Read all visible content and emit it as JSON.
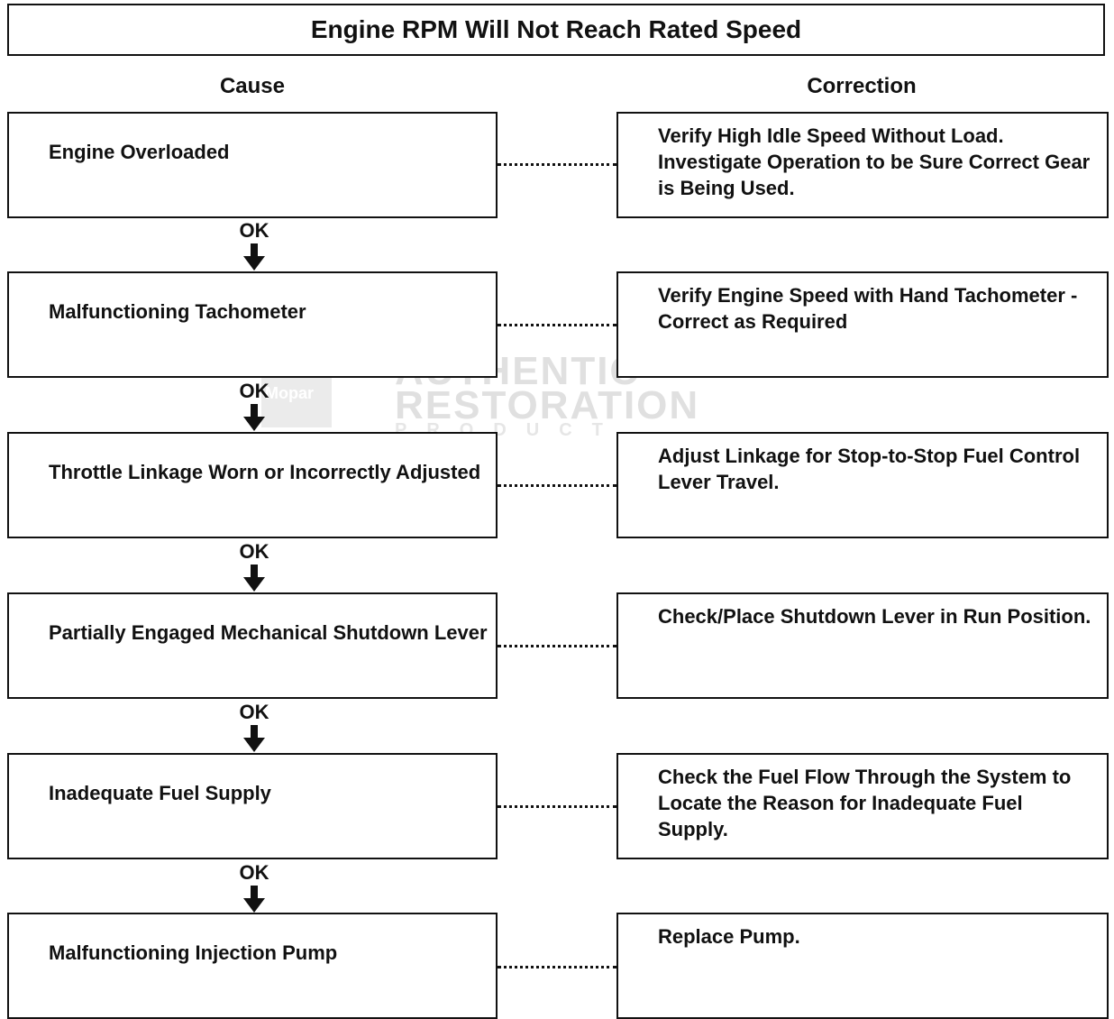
{
  "title": "Engine RPM Will Not Reach Rated Speed",
  "headers": {
    "cause": "Cause",
    "correction": "Correction"
  },
  "flow_label": "OK",
  "watermark": {
    "badge": "Mopar",
    "line1": "AUTHENTIC",
    "line2": "RESTORATION",
    "line3": "PRODUCT"
  },
  "rows": [
    {
      "cause": "Engine Overloaded",
      "correction": "Verify High Idle Speed Without Load. Investigate Operation to be Sure Correct Gear is Being Used."
    },
    {
      "cause": "Malfunctioning Tachometer",
      "correction": "Verify Engine Speed with Hand Tachometer - Correct as Required"
    },
    {
      "cause": "Throttle Linkage Worn or Incorrectly Adjusted",
      "correction": "Adjust Linkage for Stop-to-Stop Fuel Control Lever Travel."
    },
    {
      "cause": "Partially Engaged Mechanical Shutdown Lever",
      "correction": "Check/Place Shutdown Lever in Run Position."
    },
    {
      "cause": "Inadequate Fuel Supply",
      "correction": "Check the Fuel Flow Through the System to Locate the Reason for Inadequate Fuel Supply."
    },
    {
      "cause": "Malfunctioning Injection Pump",
      "correction": "Replace Pump."
    }
  ]
}
